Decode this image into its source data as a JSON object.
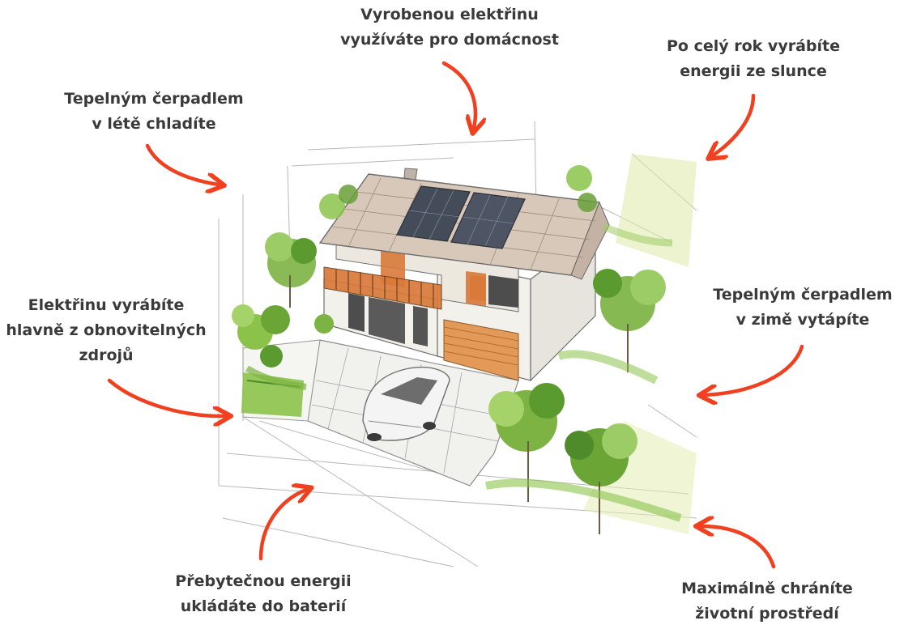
{
  "labels": {
    "top": {
      "line1": "Vyrobenou elektřinu",
      "line2": "využíváte pro domácnost"
    },
    "top_right": {
      "line1": "Po celý rok vyrábíte",
      "line2": "energii ze slunce"
    },
    "top_left": {
      "line1": "Tepelným čerpadlem",
      "line2": "v létě chladíte"
    },
    "mid_left": {
      "line1": "Elektřinu vyrábíte",
      "line2": "hlavně z obnovitelných",
      "line3": "zdrojů"
    },
    "mid_right": {
      "line1": "Tepelným čerpadlem",
      "line2": "v zimě vytápíte"
    },
    "bottom_left": {
      "line1": "Přebytečnou energii",
      "line2": "ukládáte do baterií"
    },
    "bottom_right": {
      "line1": "Maximálně chráníte",
      "line2": "životní prostředí"
    }
  },
  "colors": {
    "arrow": "#f0401f",
    "text": "#3a3a3a",
    "roof": "#d6c4b4",
    "panel": "#444c5a",
    "wood": "#d9793a",
    "wall": "#f3f1ec",
    "greenery": "#7cb342",
    "greenery_dark": "#4f8a2b",
    "sketch": "#8a8a8a"
  },
  "icons": {
    "arrow": "curved-arrow-icon",
    "house": "house-illustration",
    "car": "car-illustration",
    "solar": "solar-panel-icon"
  }
}
